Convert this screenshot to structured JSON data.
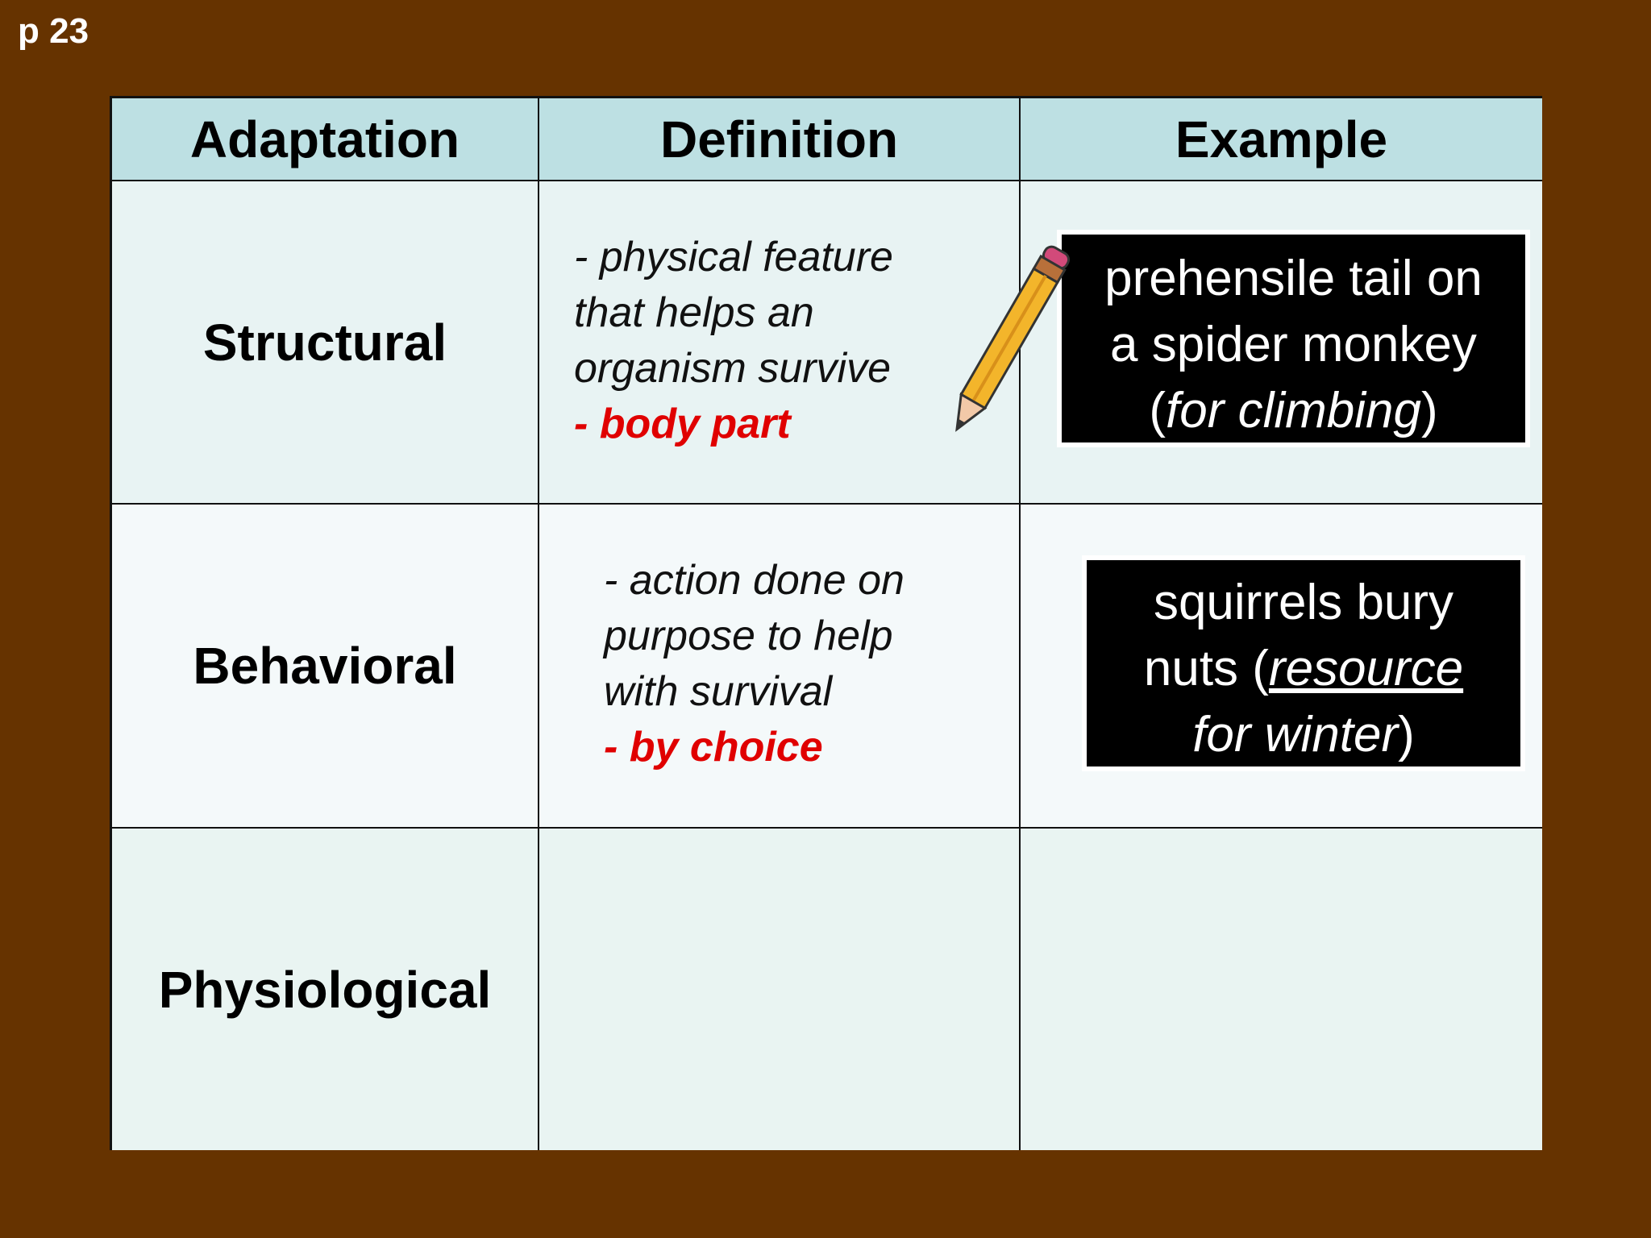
{
  "page_label": "p 23",
  "table": {
    "headers": [
      "Adaptation",
      "Definition",
      "Example"
    ],
    "rows": [
      {
        "label": "Structural",
        "definition": [
          "- physical feature",
          "that helps an",
          "organism survive"
        ],
        "definition_key": "- body part",
        "example": {
          "line1": "prehensile tail on",
          "line2": "a spider monkey",
          "line3_open": "(",
          "line3_italic": "for climbing",
          "line3_close": ")"
        }
      },
      {
        "label": "Behavioral",
        "definition": [
          "- action done on",
          "purpose to help",
          "with survival"
        ],
        "definition_key": "- by choice",
        "example": {
          "line1": "squirrels bury",
          "line2_pre": "nuts (",
          "line2_ul": "resource",
          "line3_italic": "for winter",
          "line3_close": ")"
        }
      },
      {
        "label": "Physiological",
        "definition": [],
        "definition_key": "",
        "example": {}
      }
    ]
  },
  "colors": {
    "background": "#663300",
    "header_fill": "#bde0e3",
    "key_text": "#e00000",
    "example_box": "#000000"
  },
  "icons": [
    "pencil-icon"
  ]
}
